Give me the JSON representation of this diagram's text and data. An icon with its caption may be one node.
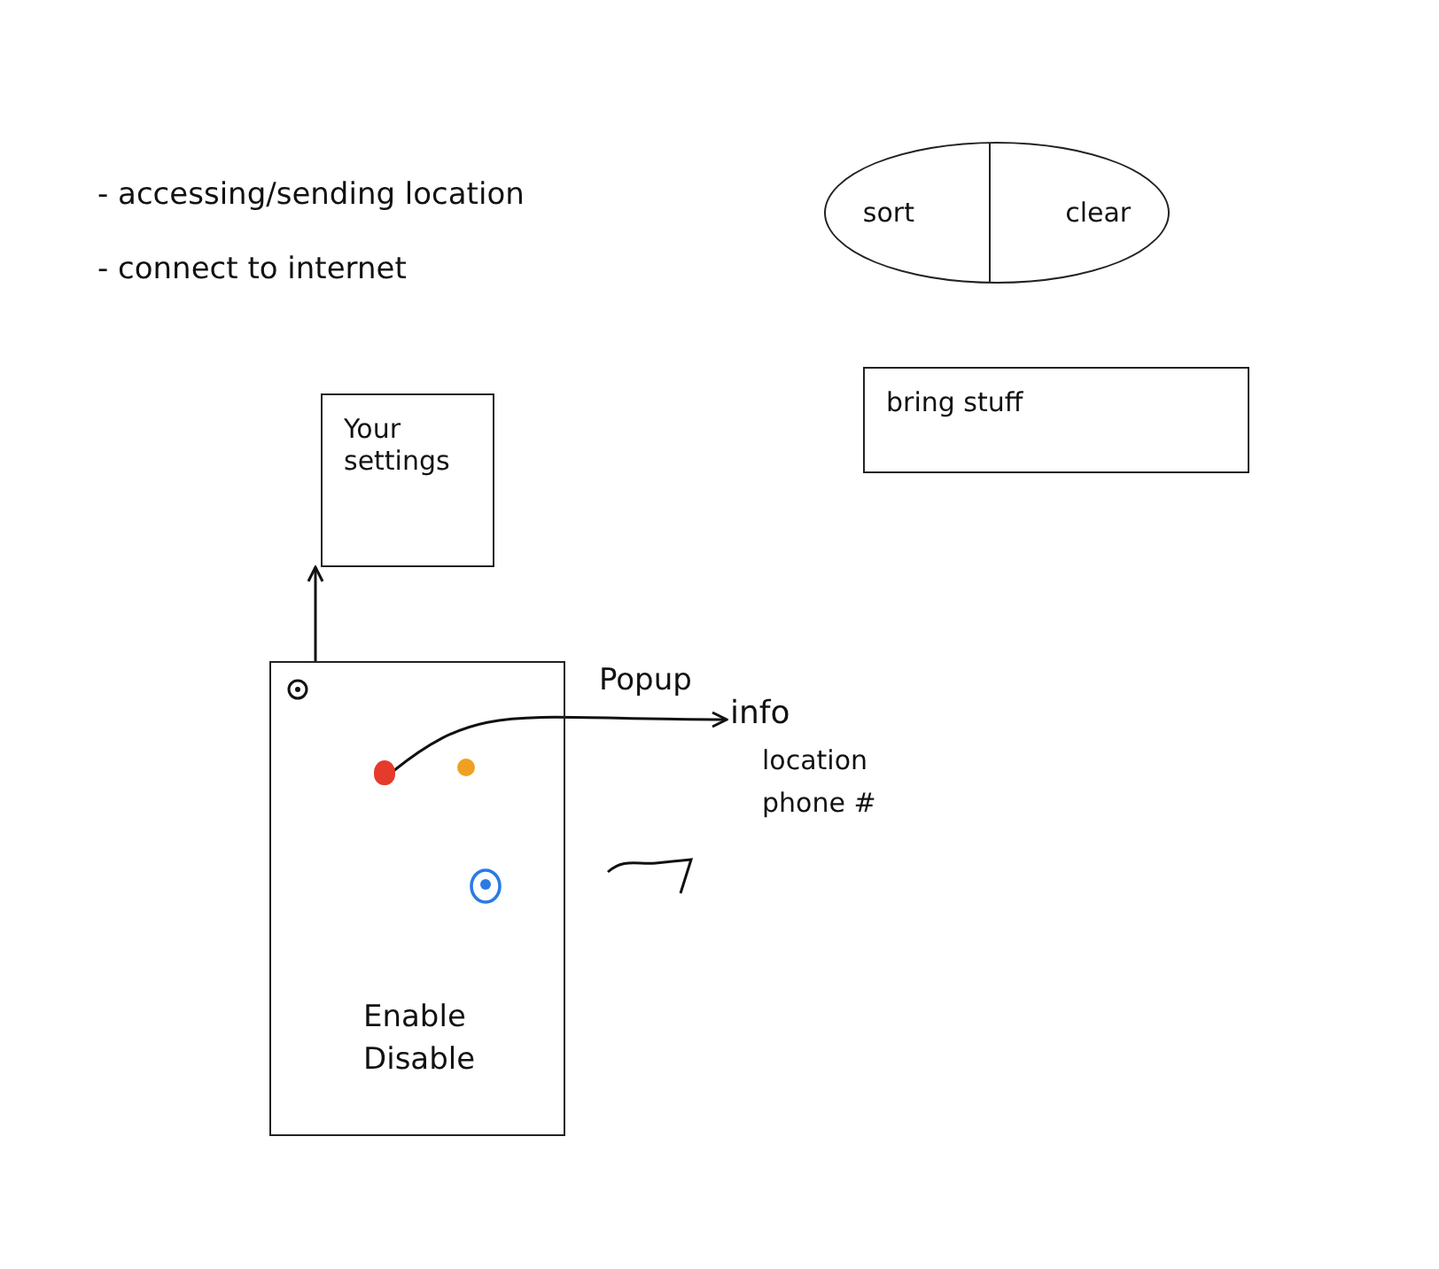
{
  "diagram": {
    "nodes": [
      {
        "text": [
          "sort",
          "clear"
        ]
      },
      {
        "text": [
          "bring stuff"
        ]
      },
      {
        "text": [
          "Your settings"
        ]
      },
      {
        "text": [
          "Enable",
          "Disable"
        ]
      },
      {
        "text": [],
        "shape": "circle",
        "in": 3
      },
      {
        "text": [
          "info",
          "location",
          "phone #"
        ]
      }
    ],
    "edges": [
      {
        "from": 3,
        "to": 2,
        "arrow": "to"
      },
      {
        "from": 4,
        "to": 5,
        "arrow": "to",
        "label": "Popup"
      }
    ],
    "labels": [
      "- accessing/sending location",
      "- connect to internet"
    ]
  }
}
